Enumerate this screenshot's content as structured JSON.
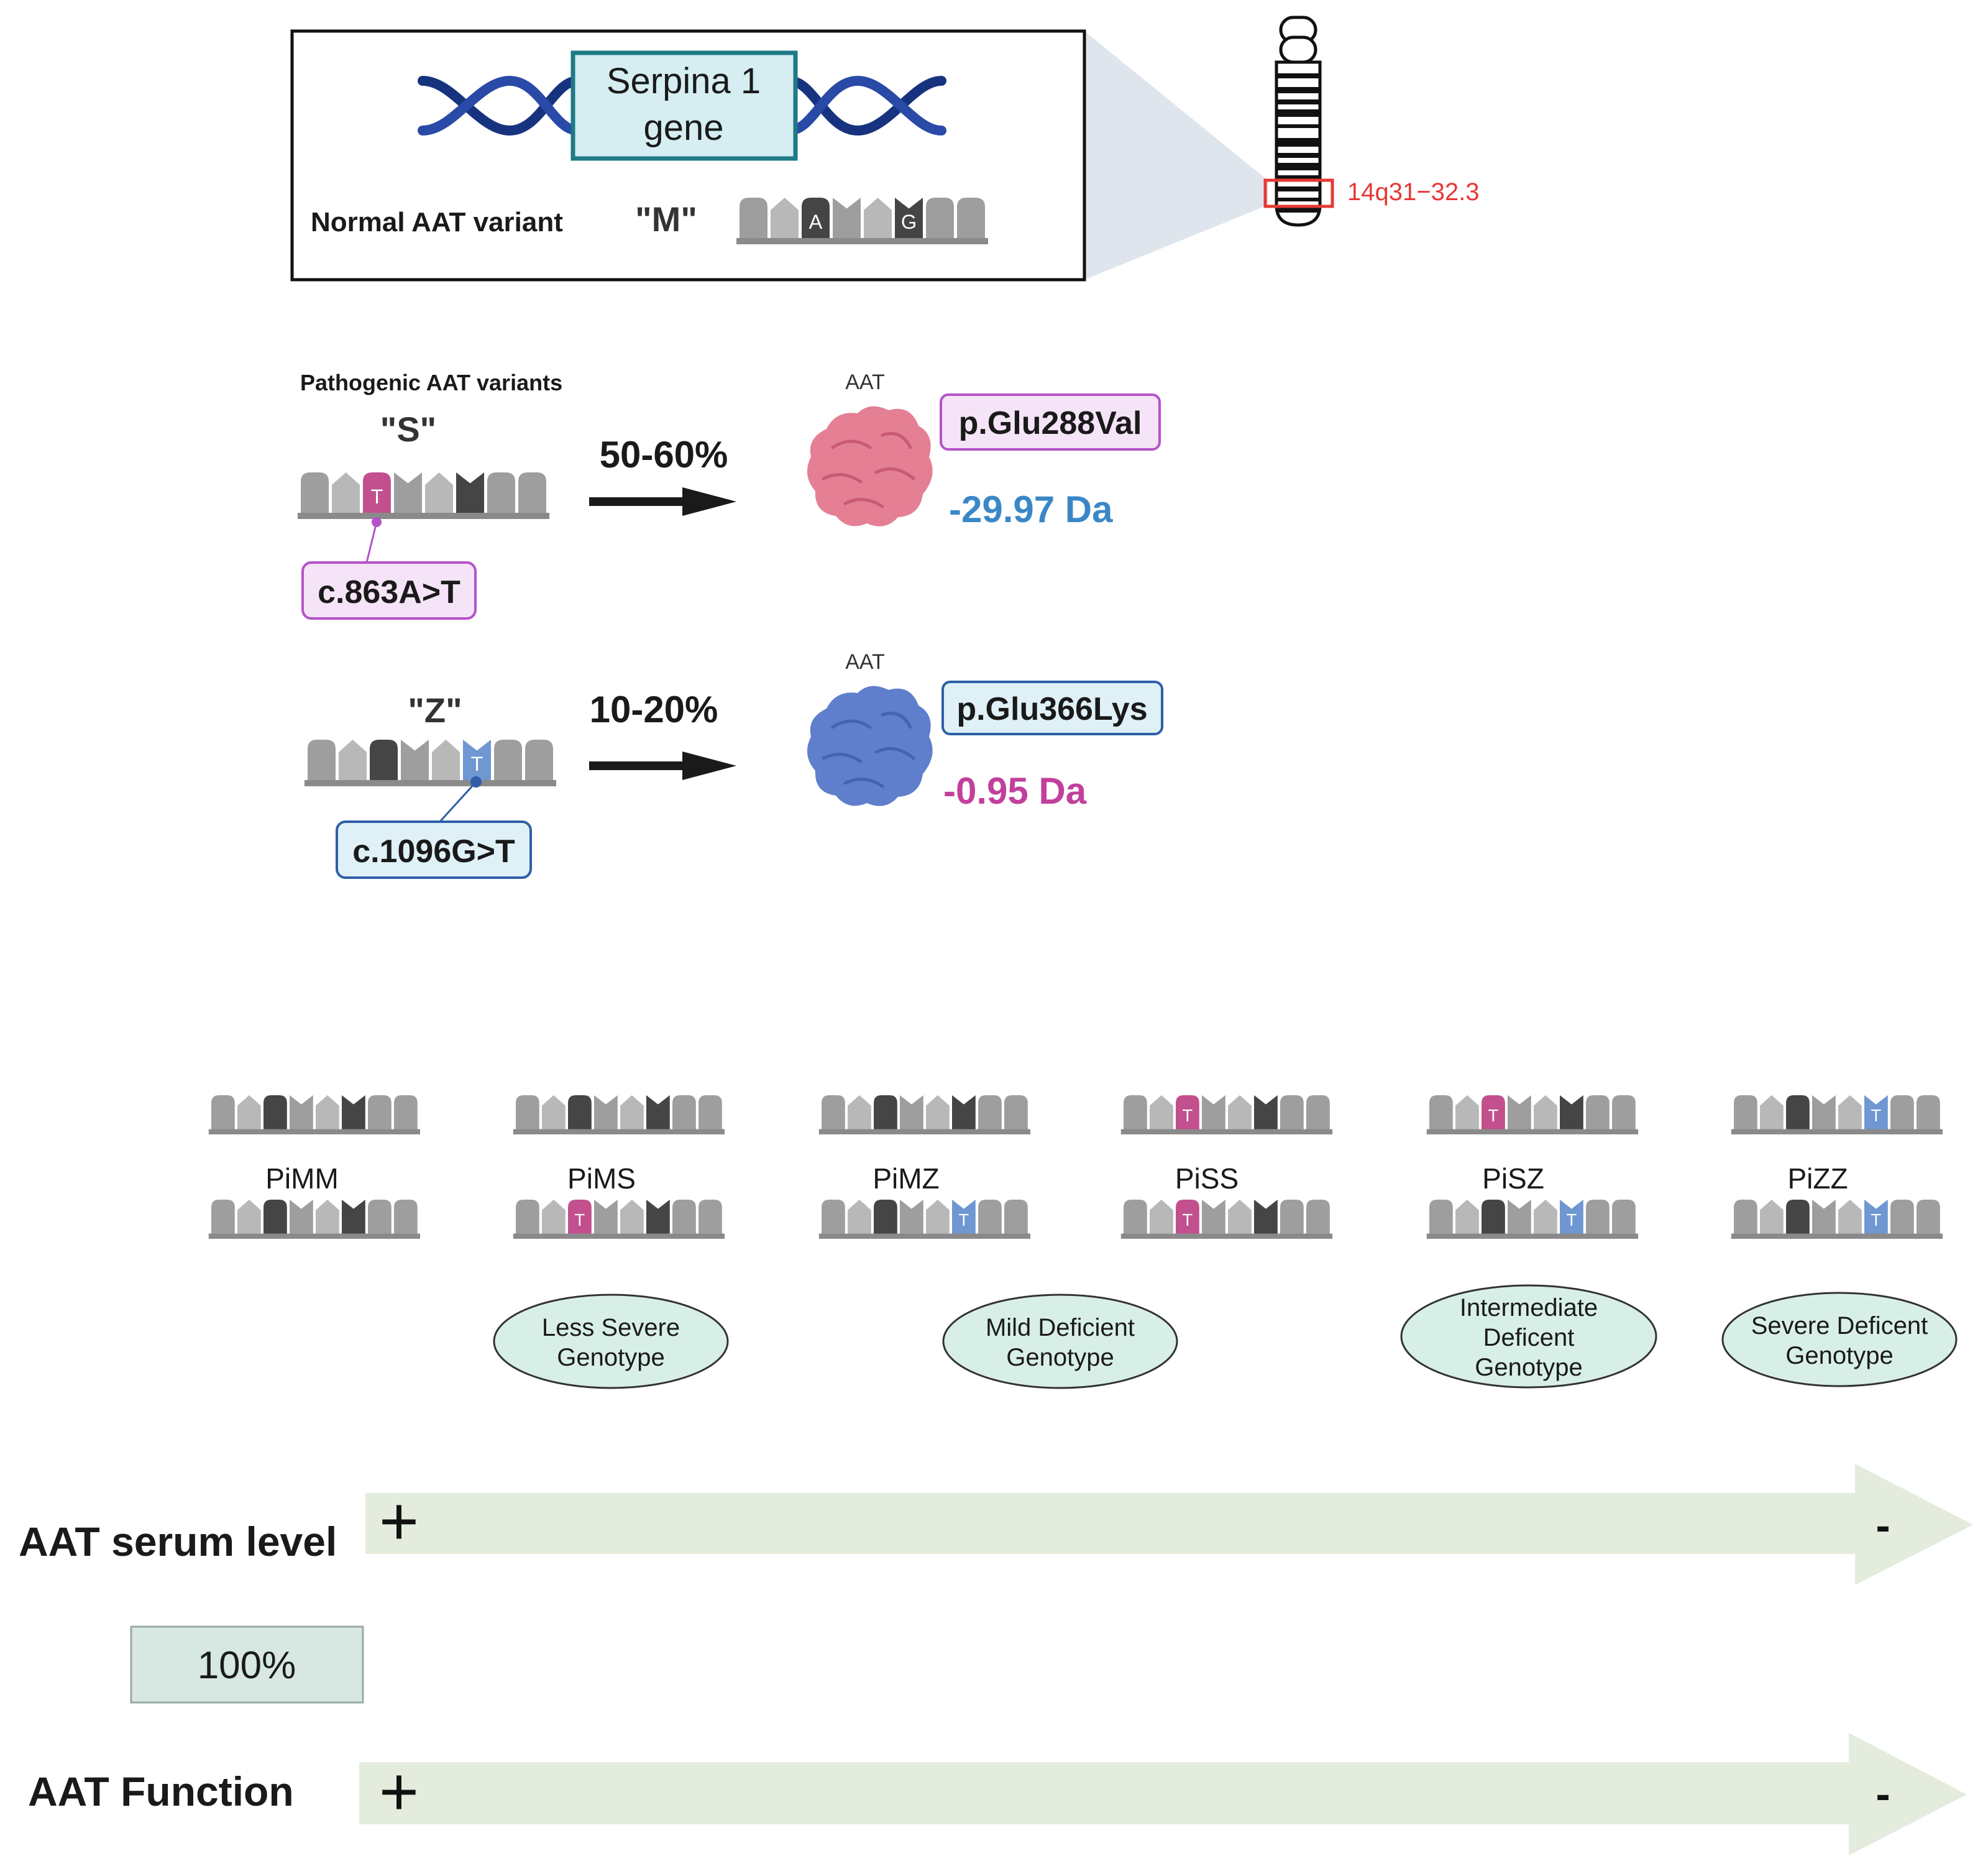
{
  "colors": {
    "dna": "#1f3f96",
    "gene_fill": "#d6eef2",
    "gene_stroke": "#1d7a86",
    "chrom_label": "#e53935",
    "s_pink": "#c2508e",
    "z_blue": "#6f97d2",
    "tag_s_fill": "#f5e4f7",
    "tag_s_stroke": "#b552c9",
    "tag_z_fill": "#dff0f7",
    "tag_z_stroke": "#2e5fa8",
    "protein_s": "#e47f94",
    "protein_z": "#5f7fcc",
    "da_s": "#3a87c7",
    "da_z": "#c2409c",
    "oval_fill": "#d8efe8",
    "arrow_band": "#e4ecdd",
    "box_fill": "#d7e8e2"
  },
  "gene_panel": {
    "gene_label_line1": "Serpina 1",
    "gene_label_line2": "gene",
    "normal_variant_label": "Normal AAT variant",
    "normal_variant_code": "\"M\"",
    "base_a": "A",
    "base_g": "G"
  },
  "chromosome": {
    "locus": "14q31−32.3"
  },
  "pathogenic": {
    "heading": "Pathogenic AAT variants",
    "s": {
      "code": "\"S\"",
      "base": "T",
      "mutation": "c.863A>T",
      "percent": "50-60%",
      "protein_label": "AAT",
      "protein_change": "p.Glu288Val",
      "mass_shift": "-29.97 Da"
    },
    "z": {
      "code": "\"Z\"",
      "base": "T",
      "mutation": "c.1096G>T",
      "percent": "10-20%",
      "protein_label": "AAT",
      "protein_change": "p.Glu366Lys",
      "mass_shift": "-0.95 Da"
    }
  },
  "genotypes": [
    {
      "name": "PiMM",
      "top": "M",
      "bottom": "M",
      "severity": ""
    },
    {
      "name": "PiMS",
      "top": "M",
      "bottom": "S",
      "severity": "Less Severe|Genotype"
    },
    {
      "name": "PiMZ",
      "top": "M",
      "bottom": "Z",
      "severity": ""
    },
    {
      "name": "PiSS",
      "top": "S",
      "bottom": "S",
      "severity": "Mild Deficient|Genotype"
    },
    {
      "name": "PiSZ",
      "top": "S",
      "bottom": "Z",
      "severity": "Intermediate|Deficent|Genotype"
    },
    {
      "name": "PiZZ",
      "top": "Z",
      "bottom": "Z",
      "severity": "Severe Deficent|Genotype"
    }
  ],
  "scales": {
    "serum_label": "AAT serum level",
    "function_label": "AAT Function",
    "plus": "+",
    "minus": "-",
    "reference_box": "100%",
    "mutant_base": "T"
  }
}
